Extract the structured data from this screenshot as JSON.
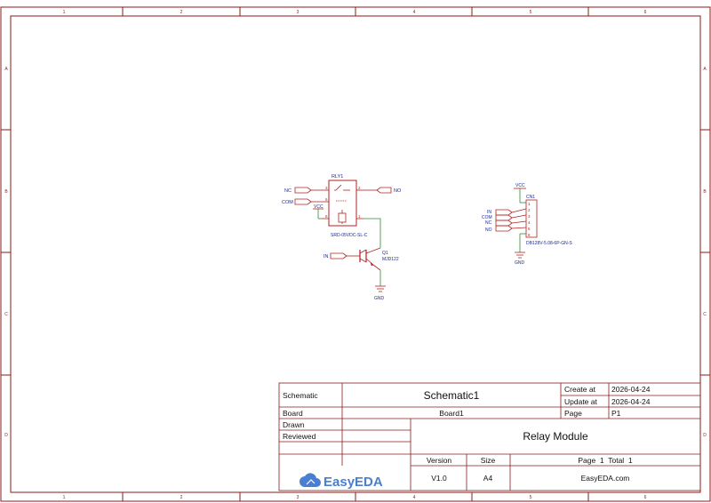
{
  "frame": {
    "columns": [
      "1",
      "2",
      "3",
      "4",
      "5",
      "6"
    ],
    "rows": [
      "A",
      "B",
      "C",
      "D"
    ]
  },
  "relay": {
    "ref": "RLY1",
    "part": "SRD-05VDC-SL-C",
    "pins": [
      "3",
      "5",
      "6",
      "2",
      "1"
    ],
    "nets": {
      "nc": "NC",
      "com": "COM",
      "vcc": "VCC",
      "no": "NO"
    }
  },
  "transistor": {
    "ref": "Q1",
    "part": "MJD122",
    "net_in": "IN",
    "gnd": "GND"
  },
  "connector": {
    "ref": "CN1",
    "part": "DB128V-5.08-6P-GN-S",
    "vcc": "VCC",
    "gnd": "GND",
    "pins": [
      "1",
      "2",
      "3",
      "4",
      "5",
      "6"
    ],
    "labels": [
      "IN",
      "COM",
      "NC",
      "NO"
    ]
  },
  "title_block": {
    "schematic_label": "Schematic",
    "schematic_name": "Schematic1",
    "create_label": "Create at",
    "create_date": "2026-04-24",
    "update_label": "Update at",
    "update_date": "2026-04-24",
    "board_label": "Board",
    "board_name": "Board1",
    "page_label": "Page",
    "page_value": "P1",
    "drawn_label": "Drawn",
    "reviewed_label": "Reviewed",
    "project_title": "Relay Module",
    "version_label": "Version",
    "size_label": "Size",
    "page_total": "Page  1  Total  1",
    "version_value": "V1.0",
    "size_value": "A4",
    "site": "EasyEDA.com",
    "logo_text": "EasyEDA"
  },
  "colors": {
    "frame": "#8b1a1a",
    "symbol": "#b22222",
    "wire": "#2e8b2e",
    "netlabel": "#1a2a8b",
    "logo": "#4a7fd0"
  }
}
